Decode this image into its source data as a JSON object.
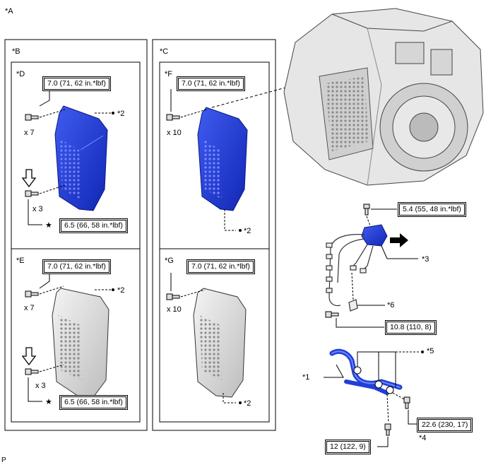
{
  "figure": {
    "label_a": "*A",
    "label_b": "*B",
    "label_c": "*C",
    "label_d": "*D",
    "label_e": "*E",
    "label_f": "*F",
    "label_g": "*G",
    "footer_code": "P"
  },
  "panels": {
    "d": {
      "torque_top": "7.0 (71, 62 in.*lbf)",
      "bolt_qty": "x 7",
      "gasket_qty": "x 3",
      "torque_star": "6.5 (66, 58 in.*lbf)",
      "callout": "*2"
    },
    "e": {
      "torque_top": "7.0 (71, 62 in.*lbf)",
      "bolt_qty": "x 7",
      "gasket_qty": "x 3",
      "torque_star": "6.5 (66, 58 in.*lbf)",
      "callout": "*2"
    },
    "f": {
      "torque_top": "7.0 (71, 62 in.*lbf)",
      "bolt_qty": "x 10",
      "callout": "*2"
    },
    "g": {
      "torque_top": "7.0 (71, 62 in.*lbf)",
      "bolt_qty": "x 10",
      "callout": "*2"
    }
  },
  "right": {
    "torque_sensor_bolt": "5.4 (55, 48 in.*lbf)",
    "callout_3": "*3",
    "callout_6": "*6",
    "torque_harness_bolt": "10.8 (110, 8)",
    "callout_5": "*5",
    "callout_1": "*1",
    "torque_pipe_bolt": "22.6 (230, 17)",
    "callout_4": "*4",
    "torque_pipe_bolt_2": "12 (122, 9)"
  },
  "colors": {
    "highlight_blue": "#1f3fd8",
    "outline": "#000000",
    "line_gray": "#333333"
  }
}
